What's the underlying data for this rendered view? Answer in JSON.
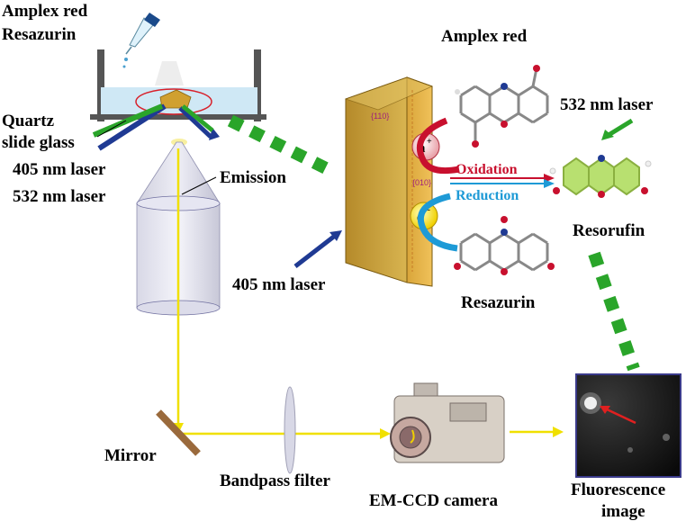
{
  "labels": {
    "reagents_line1": "Amplex red",
    "reagents_line2": "Resazurin",
    "quartz_line1": "Quartz",
    "quartz_line2": "slide glass",
    "laser405_left": "405 nm laser",
    "laser532_left": "532 nm laser",
    "emission": "Emission",
    "mirror": "Mirror",
    "bandpass_filter": "Bandpass filter",
    "camera": "EM-CCD camera",
    "fluor_line1": "Fluorescence",
    "fluor_line2": "image",
    "amplex_red": "Amplex red",
    "laser532_right": "532 nm laser",
    "oxidation": "Oxidation",
    "reduction": "Reduction",
    "resorufin": "Resorufin",
    "resazurin": "Resazurin",
    "laser405_center": "405 nm laser",
    "facet_110": "{110}",
    "facet_010": "{010}",
    "hole": "h",
    "hole_sup": "+",
    "electron": "e",
    "electron_sup": "−"
  },
  "colors": {
    "crystal": "#c9a23a",
    "green_laser": "#2aa52a",
    "blue_laser": "#1f3a93",
    "beam": "#f0e000",
    "oxidation": "#c8102e",
    "reduction": "#1e9ad6",
    "mirror": "#9a6a3c"
  }
}
